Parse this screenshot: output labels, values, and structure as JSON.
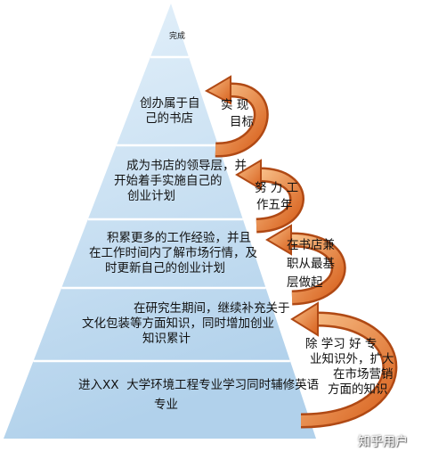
{
  "pyramid": {
    "tiers": [
      {
        "lines": [
          "完成"
        ]
      },
      {
        "lines": [
          "创办属于自",
          "己的书店"
        ]
      },
      {
        "lines": [
          "成为书店的领导层，并",
          "开始着手实施自己的",
          "创业计划"
        ]
      },
      {
        "lines": [
          "积累更多的工作经验，并且",
          "在工作时间内了解市场行情，及",
          "时更新自己的创业计划"
        ]
      },
      {
        "lines": [
          "在研究生期间，继续补充关于",
          "文化包装等方面知识，同时增加创业",
          "知识累计"
        ]
      },
      {
        "lines": [
          "进入XX  大学环境工程专业学习同时辅修英语",
          "专业"
        ]
      }
    ]
  },
  "arrows": [
    {
      "lines": [
        "实 现",
        "目标"
      ]
    },
    {
      "lines": [
        "努 力 工",
        "作五年"
      ]
    },
    {
      "lines": [
        "在书店兼",
        "职从最基",
        "层做起"
      ]
    },
    {
      "lines": [
        "除 学习 好 专",
        "业知识外，扩大",
        "在市场营销",
        "方面的知识"
      ]
    }
  ],
  "watermark": "知乎用户",
  "colors": {
    "pyramid_top": "#e6f2fb",
    "pyramid_bottom": "#b1d1eb",
    "divider": "#ffffff",
    "arrow_light": "#f8c089",
    "arrow_dark": "#d8611d",
    "arrow_outline": "#b04914",
    "text": "#111111"
  }
}
